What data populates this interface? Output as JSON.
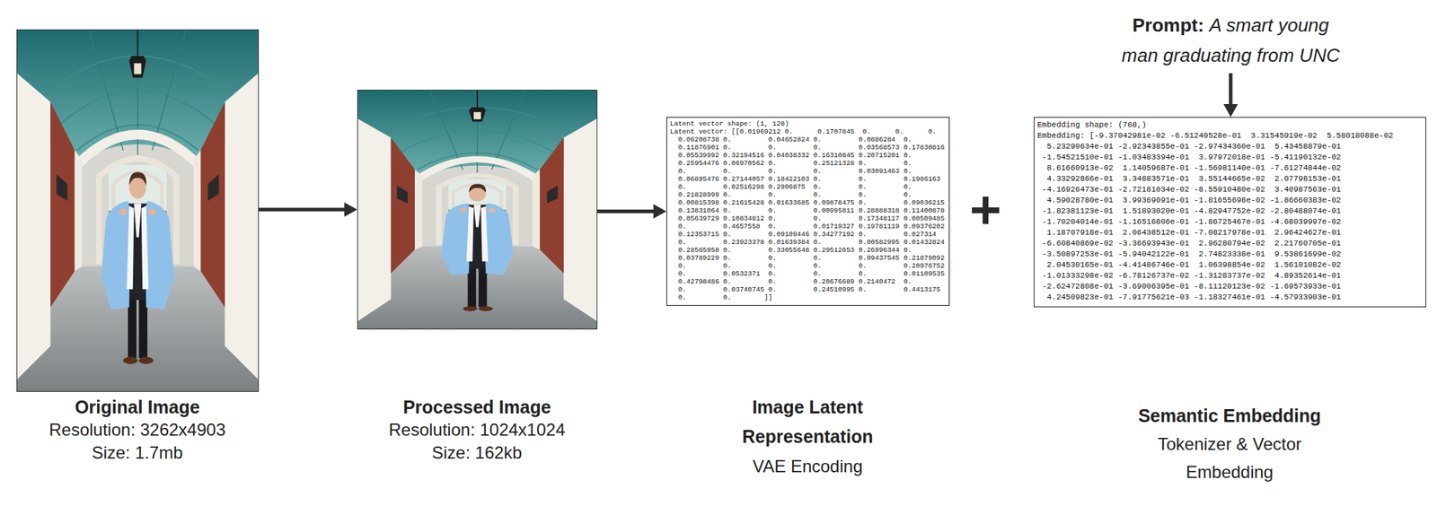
{
  "diagram": {
    "nodes": [
      {
        "text": [
          "Original Image",
          "Resolution: 3262x4903",
          "Size: 1.7mb"
        ]
      },
      {
        "text": [
          "Processed Image",
          "Resolution: 1024x1024",
          "Size: 162kb"
        ]
      },
      {
        "text": [
          "Latent vector shape: (1, 128)",
          "Latent vector: [[0.01969212 0.      0.1707845  0.      0.      0.",
          "  0.06208738 0.         0.04652824 0.         0.0886284  0.",
          "  0.11876901 0.         0.         0.         0.03568573 0.17830816",
          "  0.05539992 0.32194516 0.04038332 0.16310845 0.20715201 0.",
          "  0.25954476 0.06970562 0.         0.25121328 0.         0.",
          "  0.         0.         0.         0.         0.03091463 0.",
          "  0.06895476 0.27144057 0.18422103 0.         0.         0.1986163",
          "  0.         0.02516298 0.2906875  0.         0.         0.",
          "  0.21828999 0.         0.         0.         0.         0.",
          "  0.00815398 0.21615428 0.01633685 0.09878475 0.         0.09036215",
          "  0.13831064 0.         0.         0.00995811 0.28888318 0.11400878",
          "  0.05639729 0.10834812 0.         0.         0.17348117 0.00509485",
          "  0.         0.4657558  0.         0.01719327 0.19781119 0.09376202",
          "  0.12353715 0.         0.09109446 0.34277192 0.         0.027314",
          "  0.         0.23923378 0.01639384 0.         0.00582995 0.01432824",
          "  0.28565958 0.         0.33055648 0.29512653 0.26996344 0.",
          "  0.03789229 0.         0.         0.         0.09437545 0.21879092",
          "  0.         0.         0.         0.         0.         0.20976752",
          "  0.         0.0532371  0.         0.         0.         0.01109535",
          "  0.42798486 0.         0.         0.20676689 0.2140472  0.",
          "  0.         0.03740745 0.         0.24510995 0.         0.4413175",
          "  0.         0.        ]]",
          "Image Latent Representation",
          "VAE Encoding"
        ]
      },
      {
        "text": [
          "Prompt:",
          "A smart young man graduating from UNC"
        ]
      },
      {
        "text": [
          "Embedding shape: (768,)",
          "Embedding: [-9.37042981e-02 -6.51240528e-01  3.31545919e-02  5.58018088e-02",
          "  5.23290634e-01 -2.92343855e-01 -2.97434360e-01  5.43458879e-01",
          " -1.54521510e-01 -1.03483394e-01  3.97972018e-01 -5.41190132e-02",
          "  8.61660913e-02  1.14059687e-01 -1.56981140e-01 -7.61274844e-02",
          "  4.33292866e-01  3.34883571e-01  3.55144665e-02  2.07798153e-01",
          " -4.16926473e-01 -2.72181034e-02 -8.55910480e-02  3.40987563e-01",
          "  4.59028780e-01  3.99369091e-01 -1.81655698e-02 -1.86660383e-02",
          " -1.82381123e-01  1.51893020e-01 -4.82947752e-02 -2.80488074e-01",
          " -1.70204014e-01 -1.16516806e-01 -1.86725467e-01 -4.68039997e-02",
          "  1.18707918e-01  2.06438512e-01 -7.08217978e-01  2.96424627e-01",
          " -6.60840869e-02 -3.36693943e-01  2.96280794e-02  2.21760705e-01",
          " -3.50897253e-01 -5.94042122e-01  2.74823338e-01  9.53861699e-02",
          "  2.04530165e-01 -4.41486746e-01  1.06398854e-02  1.56101082e-02",
          " -1.01333298e-02 -6.78126737e-02 -1.31283737e-02  4.89352614e-01",
          " -2.62472808e-01 -3.69006395e-01 -8.11120123e-02 -1.69573933e-01",
          "  4.24509823e-01 -7.91775621e-03 -1.18327461e-01 -4.57933903e-01",
          "Semantic Embedding",
          "Tokenizer & Vector Embedding"
        ]
      }
    ],
    "edges": [
      {
        "from": 0,
        "to": 1,
        "arrow": "to"
      },
      {
        "from": 1,
        "to": 2,
        "arrow": "to"
      },
      {
        "from": 3,
        "to": 4,
        "arrow": "to"
      }
    ]
  }
}
